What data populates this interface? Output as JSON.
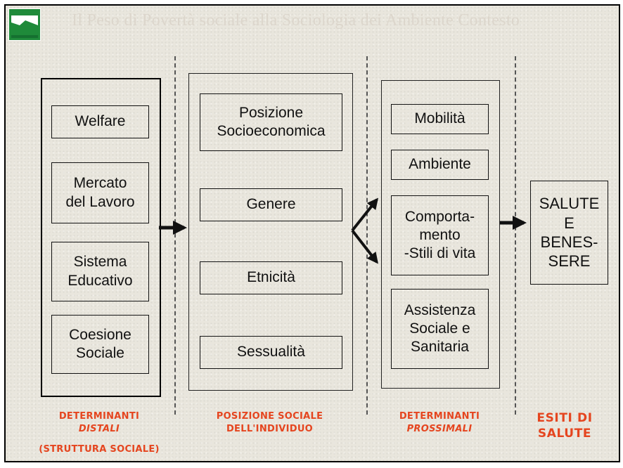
{
  "slide": {
    "title": "Il Peso di Povertà sociale alla Sociologia dei Ambiente Contesto",
    "logo": {
      "icon": "green-flag-logo",
      "color": "#1f8a3a"
    }
  },
  "columns": {
    "distal": {
      "items": [
        "Welfare",
        "Mercato\ndel Lavoro",
        "Sistema\nEducativo",
        "Coesione\nSociale"
      ],
      "label_line1": "DETERMINANTI",
      "label_line2": "DISTALI",
      "label_line3": "(STRUTTURA SOCIALE)"
    },
    "position": {
      "items": [
        "Posizione\nSocioeconomica",
        "Genere",
        "Etnicità",
        "Sessualità"
      ],
      "label_line1": "POSIZIONE SOCIALE",
      "label_line2": "DELL'INDIVIDUO"
    },
    "proximal": {
      "items": [
        "Mobilità",
        "Ambiente",
        "Comporta-\nmento\n-Stili di vita",
        "Assistenza\nSociale e\nSanitaria"
      ],
      "label_line1": "DETERMINANTI",
      "label_line2": "PROSSIMALI"
    },
    "outcome": {
      "box": "SALUTE\nE\nBENES-\nSERE",
      "label_line1": "ESITI DI",
      "label_line2": "SALUTE"
    }
  },
  "colors": {
    "label": "#e5451f",
    "border": "#111111",
    "background": "#e9e6dd"
  }
}
